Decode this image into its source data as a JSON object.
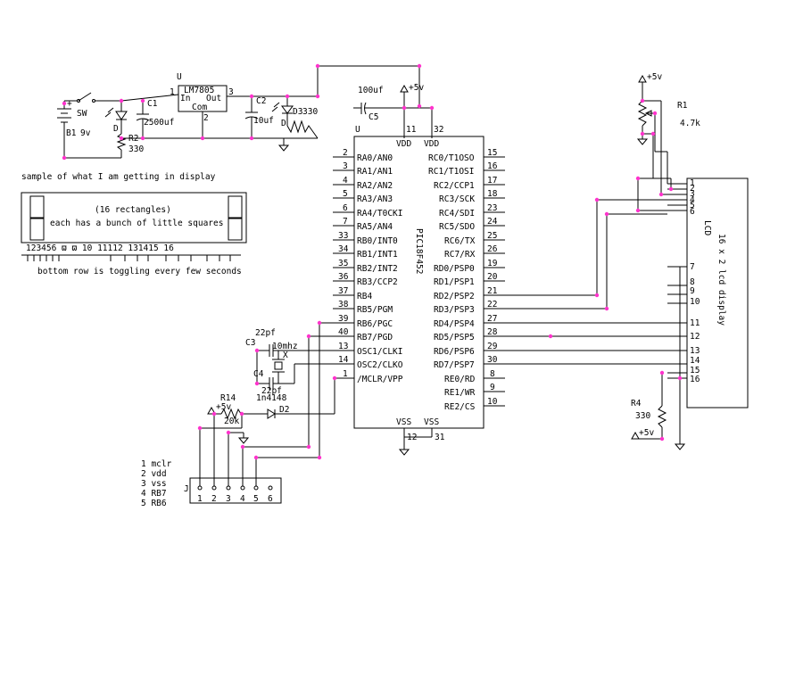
{
  "regulator": {
    "ref": "U",
    "part": "LM7805",
    "in": "In",
    "out": "Out",
    "com": "Com",
    "pin1": "1",
    "pin2": "2",
    "pin3": "3"
  },
  "power": {
    "battery": "B1",
    "battery_value": "9v",
    "switch": "SW",
    "led": "D",
    "r2": "R2",
    "r2_value": "330",
    "c1": "C1",
    "c1_value": "2500uf",
    "c2": "C2",
    "c2_value": "10uf",
    "d3": "D",
    "d3_ref": "D3",
    "d3_value": "330",
    "c5_value": "100uf",
    "c5": "C5",
    "vplus": "+5v"
  },
  "sample": {
    "caption": "sample of what I am getting in display",
    "line1": "(16 rectangles)",
    "line2": "each has a bunch of little squares",
    "numbers": "123456      ϖ ϖ 10  11112 131415 16",
    "bottom": "bottom row is toggling every few seconds"
  },
  "mcu": {
    "ref": "U",
    "part": "PIC18F452",
    "vdd1": "VDD",
    "vdd2": "VDD",
    "vss1": "VSS",
    "vss2": "VSS",
    "pin11": "11",
    "pin32": "32",
    "pin12": "12",
    "pin31": "31",
    "left_pins": [
      {
        "num": "2",
        "name": "RA0/AN0"
      },
      {
        "num": "3",
        "name": "RA1/AN1"
      },
      {
        "num": "4",
        "name": "RA2/AN2"
      },
      {
        "num": "5",
        "name": "RA3/AN3"
      },
      {
        "num": "6",
        "name": "RA4/T0CKI"
      },
      {
        "num": "7",
        "name": "RA5/AN4"
      },
      {
        "num": "33",
        "name": "RB0/INT0"
      },
      {
        "num": "34",
        "name": "RB1/INT1"
      },
      {
        "num": "35",
        "name": "RB2/INT2"
      },
      {
        "num": "36",
        "name": "RB3/CCP2"
      },
      {
        "num": "37",
        "name": "RB4"
      },
      {
        "num": "38",
        "name": "RB5/PGM"
      },
      {
        "num": "39",
        "name": "RB6/PGC"
      },
      {
        "num": "40",
        "name": "RB7/PGD"
      },
      {
        "num": "13",
        "name": "OSC1/CLKI"
      },
      {
        "num": "14",
        "name": "OSC2/CLKO"
      },
      {
        "num": "1",
        "name": "/MCLR/VPP"
      }
    ],
    "right_pins": [
      {
        "num": "15",
        "name": "RC0/T1OSO"
      },
      {
        "num": "16",
        "name": "RC1/T1OSI"
      },
      {
        "num": "17",
        "name": "RC2/CCP1"
      },
      {
        "num": "18",
        "name": "RC3/SCK"
      },
      {
        "num": "23",
        "name": "RC4/SDI"
      },
      {
        "num": "24",
        "name": "RC5/SDO"
      },
      {
        "num": "25",
        "name": "RC6/TX"
      },
      {
        "num": "26",
        "name": "RC7/RX"
      },
      {
        "num": "19",
        "name": "RD0/PSP0"
      },
      {
        "num": "20",
        "name": "RD1/PSP1"
      },
      {
        "num": "21",
        "name": "RD2/PSP2"
      },
      {
        "num": "22",
        "name": "RD3/PSP3"
      },
      {
        "num": "27",
        "name": "RD4/PSP4"
      },
      {
        "num": "28",
        "name": "RD5/PSP5"
      },
      {
        "num": "29",
        "name": "RD6/PSP6"
      },
      {
        "num": "30",
        "name": "RD7/PSP7"
      },
      {
        "num": "8",
        "name": "RE0/RD"
      },
      {
        "num": "9",
        "name": "RE1/WR"
      },
      {
        "num": "10",
        "name": "RE2/CS"
      }
    ]
  },
  "osc": {
    "c3": "C3",
    "c3_value": "22pf",
    "c4": "C4",
    "c4_value": "22pf",
    "crystal": "10mhz",
    "x": "X"
  },
  "reset": {
    "r14": "R14",
    "r14_value": "20k",
    "vplus": "+5v",
    "diode": "1n4148",
    "d2": "D2"
  },
  "programmer": {
    "legend": [
      "1 mclr",
      "2 vdd",
      "3 vss",
      "4 RB7",
      "5 RB6"
    ],
    "ref": "J",
    "pins": [
      "1",
      "2",
      "3",
      "4",
      "5",
      "6"
    ]
  },
  "lcd": {
    "ref": "LCD",
    "desc": "16 x 2 lcd display",
    "r1": "R1",
    "r1_value": "4.7k",
    "r4": "R4",
    "r4_value": "330",
    "vplus_top": "+5v",
    "vplus_bottom": "+5v",
    "pins": [
      "1",
      "2",
      "3",
      "4",
      "5",
      "6",
      "7",
      "8",
      "9",
      "10",
      "11",
      "12",
      "13",
      "14",
      "15",
      "16"
    ]
  }
}
